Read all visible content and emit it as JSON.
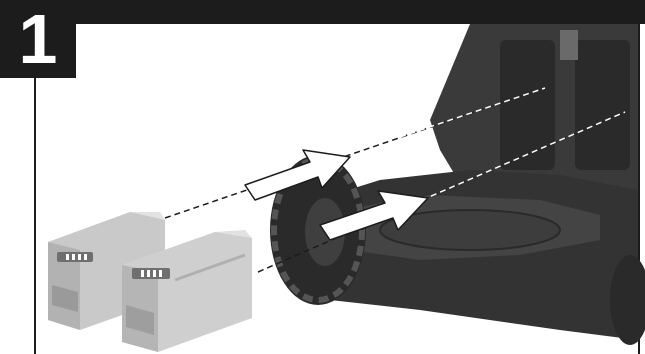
{
  "step": {
    "number": "1"
  },
  "colors": {
    "frame": "#1c1c1c",
    "mower_body": "#3a3a3a",
    "mower_dark": "#2a2a2a",
    "mower_light": "#5a5a5a",
    "battery_light": "#d6d6d6",
    "battery_mid": "#b9b9b9",
    "battery_dark": "#8e8e8e",
    "arrow_fill": "#ffffff"
  },
  "illustration": {
    "subject": "battery-insertion",
    "batteries": [
      {
        "id": "battery-left",
        "charge_indicator_bars": 4
      },
      {
        "id": "battery-right",
        "charge_indicator_bars": 4
      }
    ],
    "insertion_arrows": 2,
    "guide_lines": 2
  }
}
